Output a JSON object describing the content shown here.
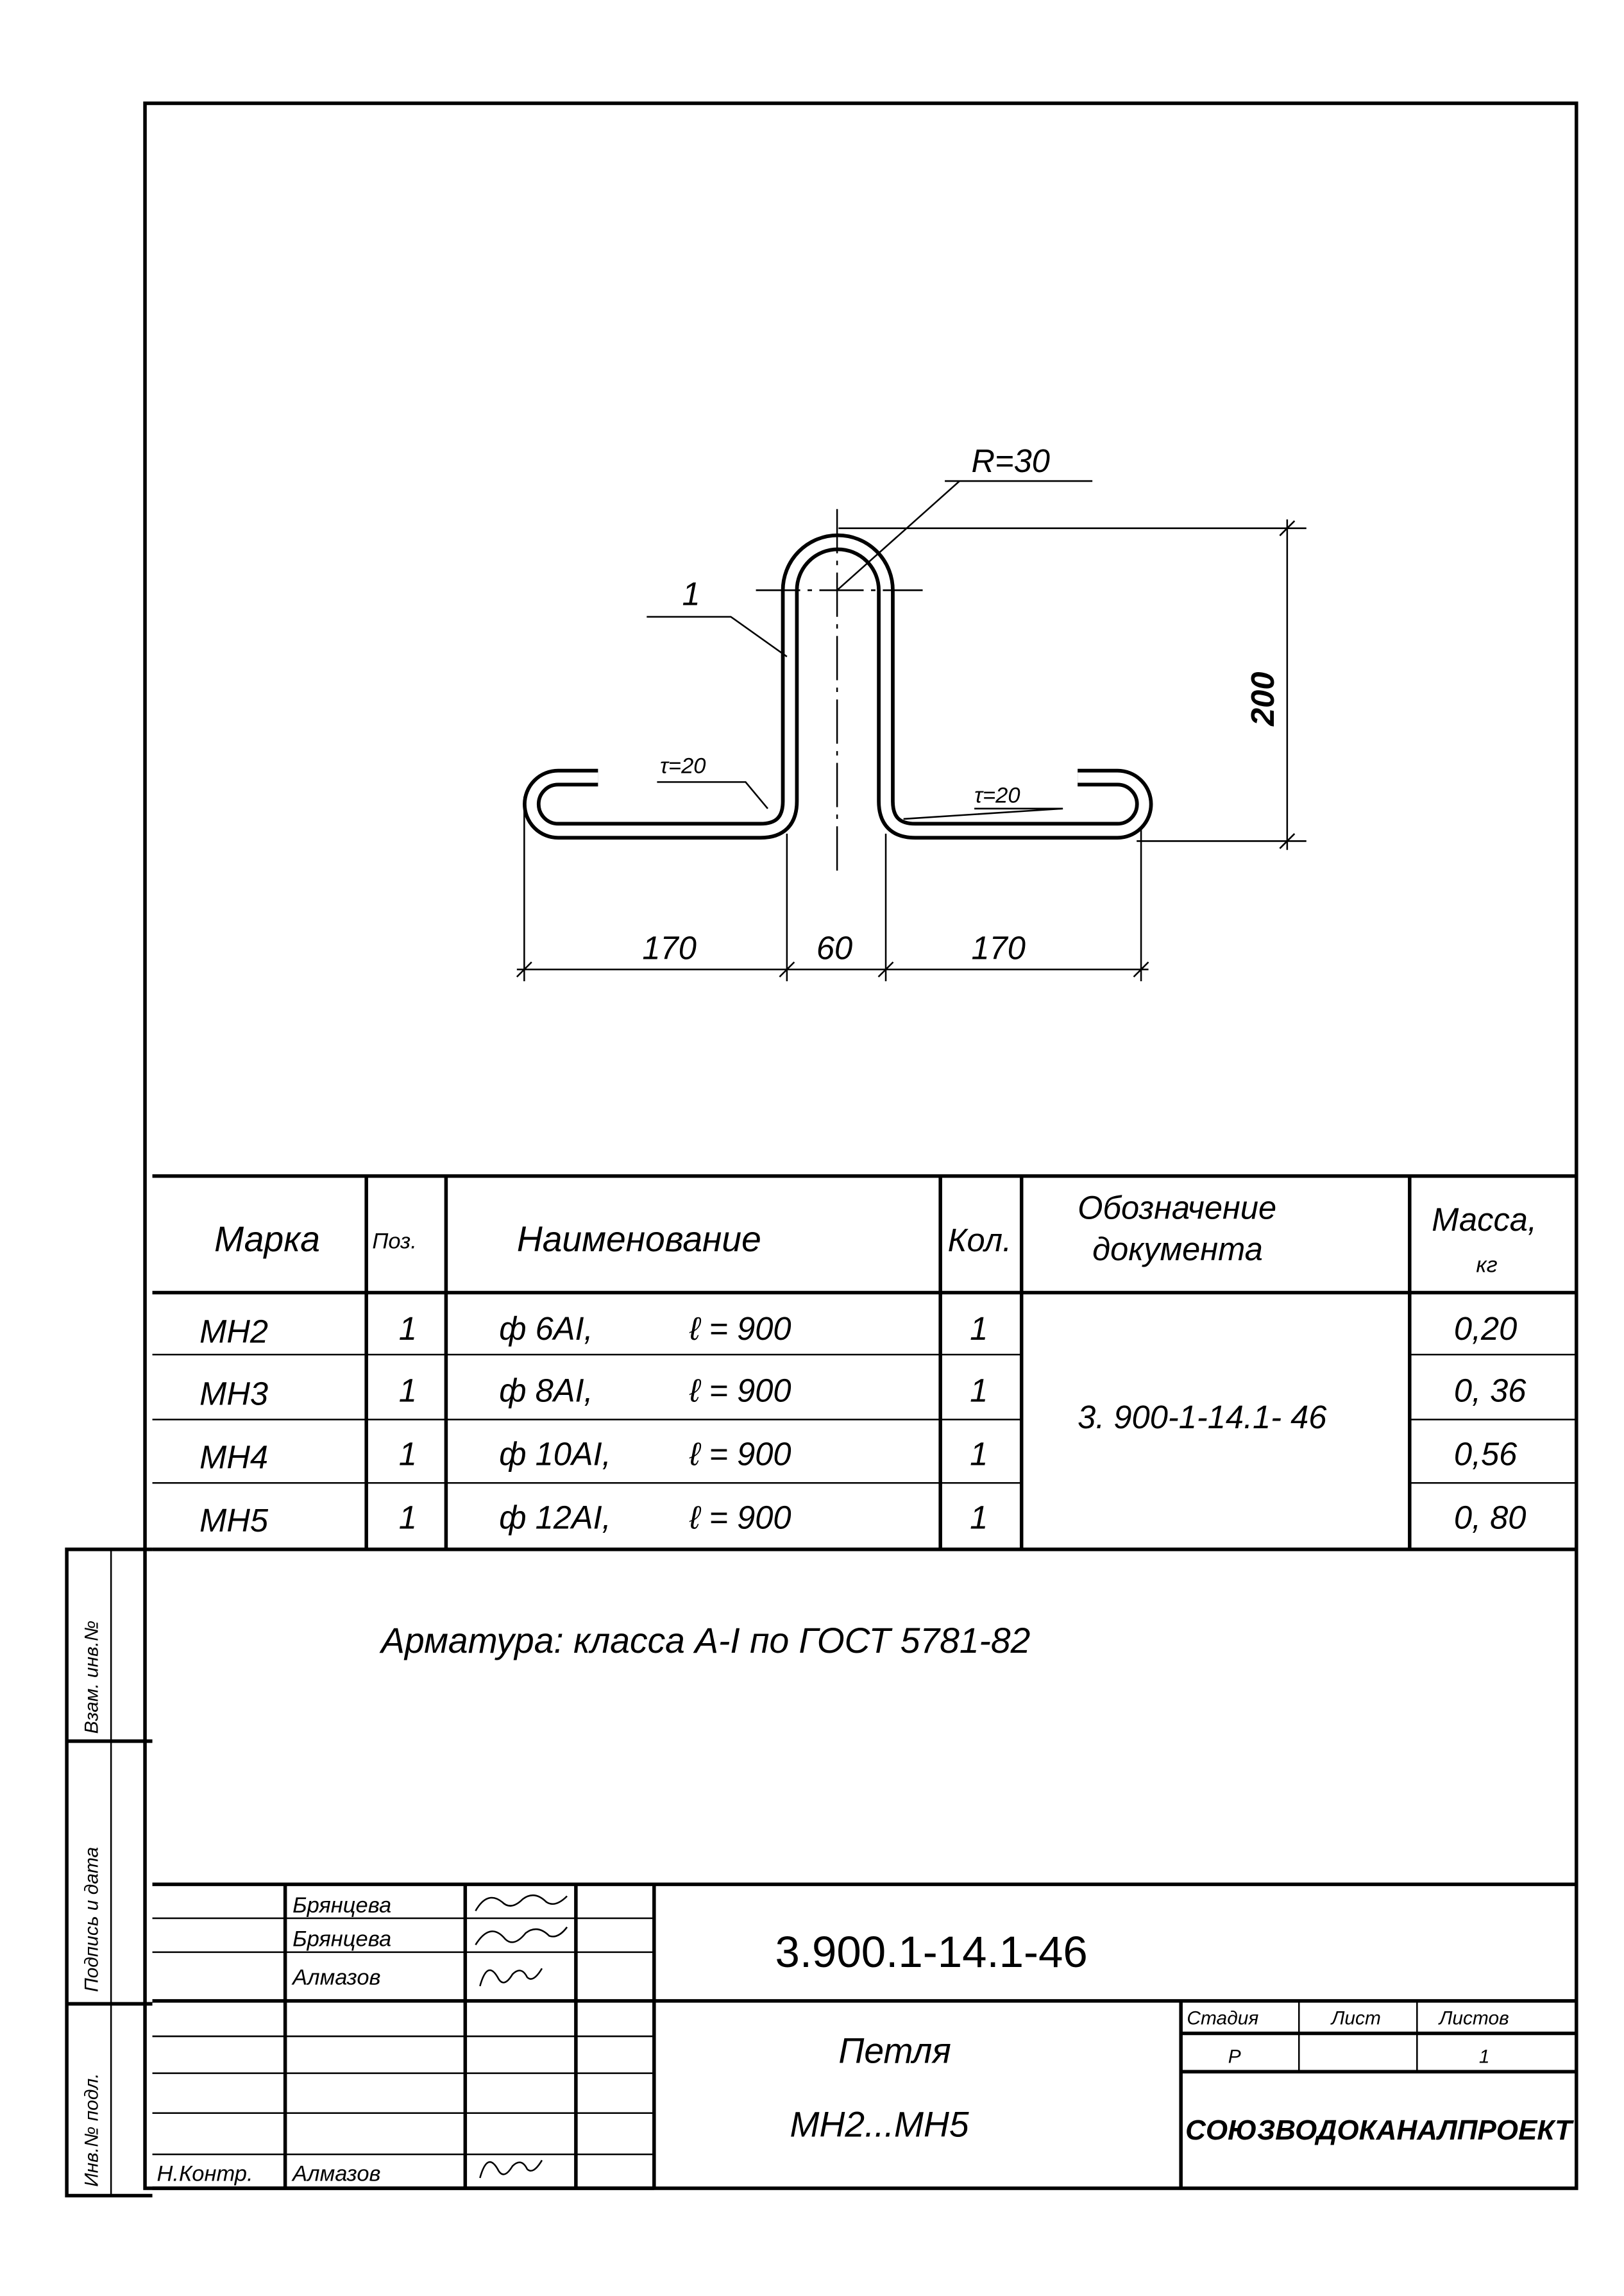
{
  "drawing": {
    "position_label": "1",
    "radius_label": "R=30",
    "bend_left_label": "τ=20",
    "bend_right_label": "τ=20",
    "height_dim": "200",
    "dim_left": "170",
    "dim_center": "60",
    "dim_right": "170"
  },
  "table": {
    "headers": {
      "mark": "Марка",
      "pos": "Поз.",
      "name": "Наименование",
      "qty": "Кол.",
      "doc_line1": "Обозначение",
      "doc_line2": "документа",
      "mass_line1": "Масса,",
      "mass_line2": "кг"
    },
    "document": "3. 900-1-14.1- 46",
    "rows": [
      {
        "mark": "МН2",
        "pos": "1",
        "bar": "ф 6АI,",
        "length": "ℓ = 900",
        "qty": "1",
        "mass": "0,20"
      },
      {
        "mark": "МН3",
        "pos": "1",
        "bar": "ф 8АI,",
        "length": "ℓ = 900",
        "qty": "1",
        "mass": "0, 36"
      },
      {
        "mark": "МН4",
        "pos": "1",
        "bar": "ф 10АI,",
        "length": "ℓ = 900",
        "qty": "1",
        "mass": "0,56"
      },
      {
        "mark": "МН5",
        "pos": "1",
        "bar": "ф 12АI,",
        "length": "ℓ = 900",
        "qty": "1",
        "mass": "0, 80"
      }
    ]
  },
  "note": "Арматура:   класса А-I по ГОСТ 5781-82",
  "side_strip": {
    "inv_orig": "Инв.№ подл.",
    "sign_date": "Подпись и дата",
    "replace_inv": "Взам. инв.№"
  },
  "title_block": {
    "signers": [
      "Брянцева",
      "Брянцева",
      "Алмазов"
    ],
    "norm_control_label": "Н.Контр.",
    "norm_control_name": "Алмазов",
    "doc_code": "3.900.1-14.1-46",
    "title_line1": "Петля",
    "title_line2": "МН2...МН5",
    "stage_label": "Стадия",
    "sheet_label": "Лист",
    "sheets_label": "Листов",
    "stage_value": "Р",
    "sheets_value": "1",
    "organization": "СОЮЗВОДОКАНАЛПРОЕКТ"
  }
}
